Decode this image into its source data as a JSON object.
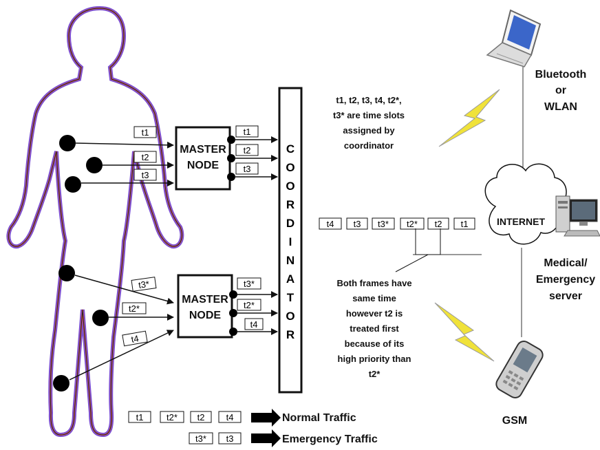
{
  "master_top": {
    "label_line1": "MASTER",
    "label_line2": "NODE",
    "inputs": [
      "t1",
      "t2",
      "t3"
    ],
    "outputs": [
      "t1",
      "t2",
      "t3"
    ]
  },
  "master_bottom": {
    "label_line1": "MASTER",
    "label_line2": "NODE",
    "inputs": [
      "t3*",
      "t2*",
      "t4"
    ],
    "outputs": [
      "t3*",
      "t2*",
      "t4"
    ]
  },
  "coordinator": {
    "letters": [
      "C",
      "O",
      "O",
      "R",
      "D",
      "I",
      "N",
      "A",
      "T",
      "O",
      "R"
    ]
  },
  "note_slots": [
    "t1, t2, t3, t4, t2*,",
    "t3* are time slots",
    "assigned by",
    "coordinator"
  ],
  "frame": [
    "t4",
    "t3",
    "t3*",
    "t2*",
    "t2",
    "t1"
  ],
  "note_priority": [
    "Both frames have",
    "same time",
    "however t2 is",
    "treated first",
    "because of its",
    "high priority than",
    "t2*"
  ],
  "internet_label": "INTERNET",
  "bluetooth_label": [
    "Bluetooth",
    "or",
    "WLAN"
  ],
  "server_label": [
    "Medical/",
    "Emergency",
    "server"
  ],
  "gsm_label": "GSM",
  "legend": {
    "normal": {
      "slots": [
        "t1",
        "t2*",
        "t2",
        "t4"
      ],
      "label": "Normal Traffic"
    },
    "emergency": {
      "slots": [
        "t3*",
        "t3"
      ],
      "label": "Emergency Traffic"
    }
  },
  "colors": {
    "body_outline_outer": "#7b4fd0",
    "body_outline_inner": "#e0553a",
    "lightning": "#f0e23a",
    "ink": "#111111"
  }
}
